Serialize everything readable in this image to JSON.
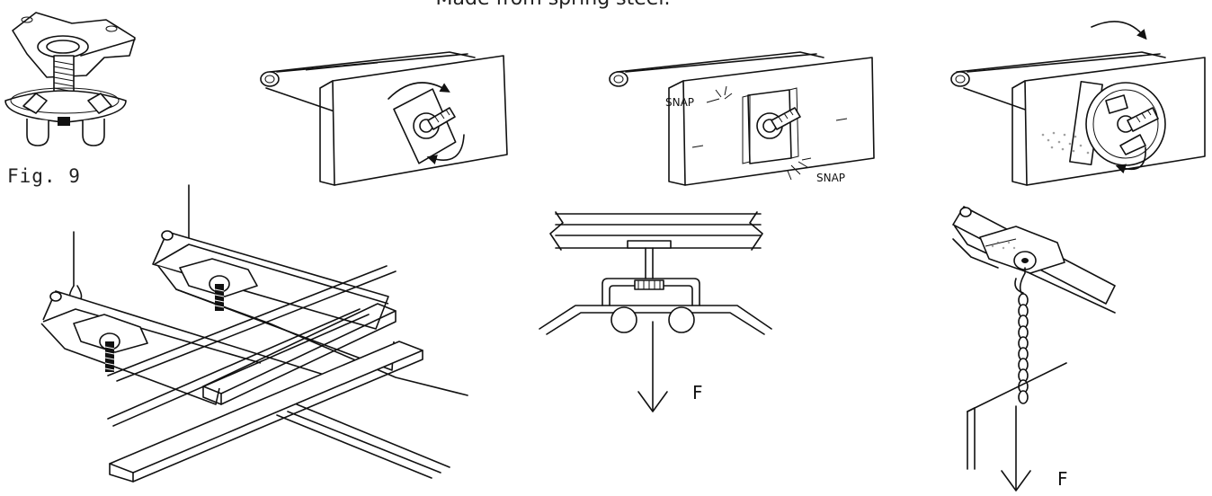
{
  "caption": "Made from spring steel.",
  "figure_label": "Fig. 9",
  "snap_labels": [
    "SNAP",
    "SNAP"
  ],
  "force_labels": [
    "F",
    "F"
  ],
  "icons": [
    "clip-part-icon",
    "rotate-arrow-icon",
    "snap-spark-icon",
    "force-arrow-icon",
    "chain-icon"
  ]
}
